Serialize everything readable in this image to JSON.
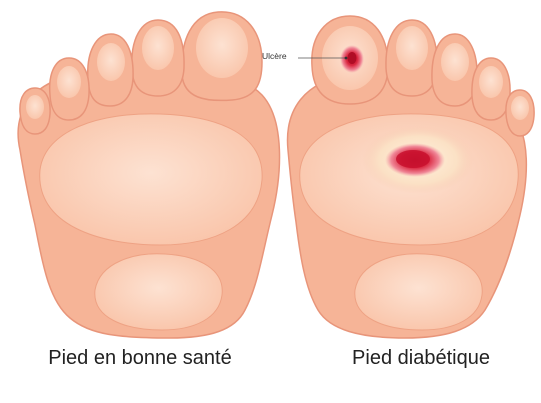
{
  "labels": {
    "healthy_foot": "Pied en bonne santé",
    "diabetic_foot": "Pied diabétique",
    "ulcer": "Ulcère"
  },
  "colors": {
    "skin_base": "#f6b497",
    "skin_highlight": "#fcd7c2",
    "skin_outline": "#e8957a",
    "ulcer_core": "#c8102e",
    "ulcer_glow": "#f07a8a",
    "callus": "#fbe7c9"
  }
}
